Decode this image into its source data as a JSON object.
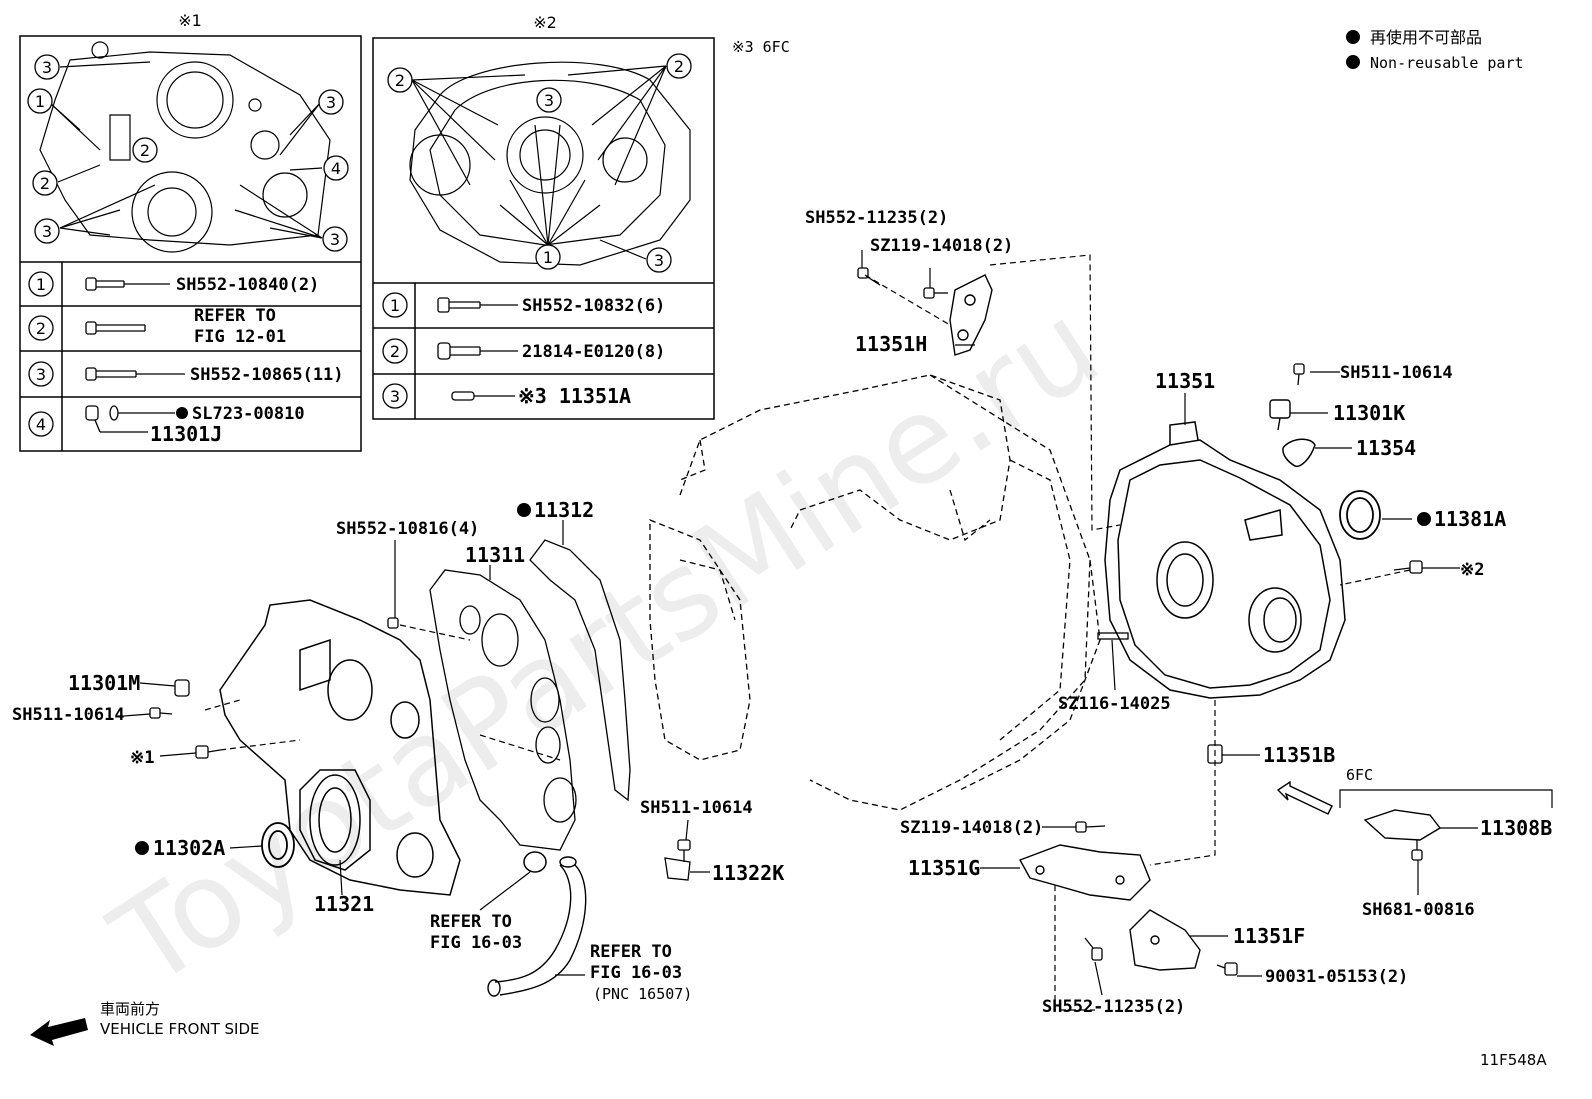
{
  "legend": {
    "jp": "再使用不可部品",
    "en": "Non-reusable part"
  },
  "note3": "※3 6FC",
  "watermark": "ToyotaPartsMine.ru",
  "code": "11F548A",
  "front": {
    "jp": "車両前方",
    "en": "VEHICLE FRONT SIDE"
  },
  "box1": {
    "title": "※1",
    "rows": [
      {
        "n": "1",
        "text": "SH552-10840(2)"
      },
      {
        "n": "2",
        "text": "REFER TO",
        "text2": "FIG 12-01"
      },
      {
        "n": "3",
        "text": "SH552-10865(11)"
      },
      {
        "n": "4",
        "text": "SL723-00810",
        "text2": "11301J"
      }
    ]
  },
  "box2": {
    "title": "※2",
    "rows": [
      {
        "n": "1",
        "text": "SH552-10832(6)"
      },
      {
        "n": "2",
        "text": "21814-E0120(8)"
      },
      {
        "n": "3",
        "text": "※3 11351A"
      }
    ]
  },
  "callouts": {
    "sh552_11235_top": "SH552-11235(2)",
    "sz119_14018_top": "SZ119-14018(2)",
    "p11351h": "11351H",
    "p11351": "11351",
    "sh511_10614_right": "SH511-10614",
    "p11301k": "11301K",
    "p11354": "11354",
    "p11381a": "11381A",
    "ref2": "※2",
    "sz116_14025": "SZ116-14025",
    "p11351b": "11351B",
    "sz119_14018_bottom": "SZ119-14018(2)",
    "p11351g": "11351G",
    "p11351f": "11351F",
    "p90031": "90031-05153(2)",
    "sh552_11235_bottom": "SH552-11235(2)",
    "fc6": "6FC",
    "p11308b": "11308B",
    "sh681_00816": "SH681-00816",
    "p11312": "11312",
    "sh552_10816": "SH552-10816(4)",
    "p11311": "11311",
    "p11301m": "11301M",
    "sh511_10614_left": "SH511-10614",
    "ref1": "※1",
    "p11302a": "11302A",
    "p11321": "11321",
    "refer_a1": "REFER TO",
    "refer_a2": "FIG 16-03",
    "refer_b1": "REFER TO",
    "refer_b2": "FIG 16-03",
    "refer_b3": "(PNC 16507)",
    "sh511_10614_mid": "SH511-10614",
    "p11322k": "11322K"
  }
}
